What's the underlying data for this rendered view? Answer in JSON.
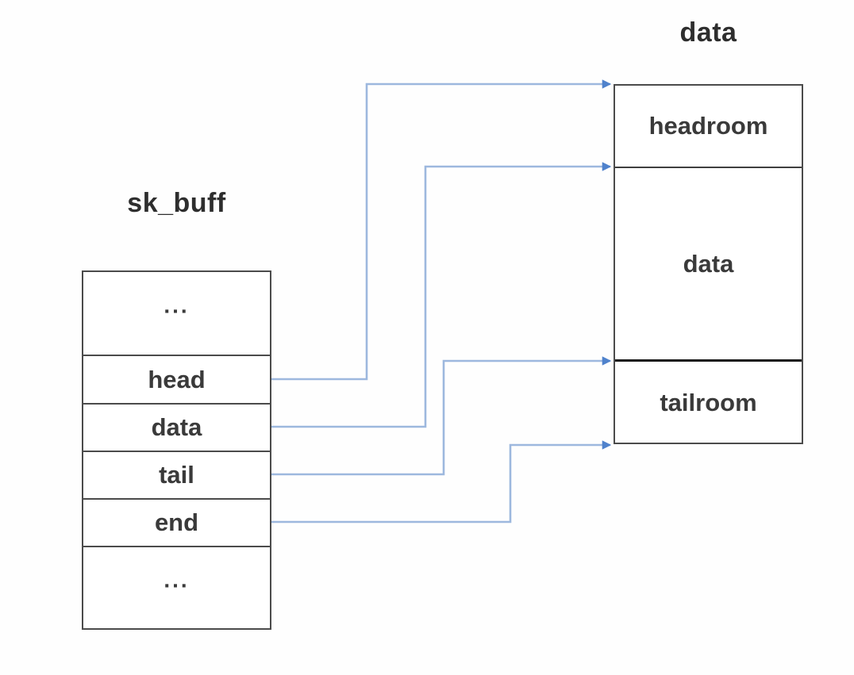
{
  "diagram": {
    "skbuff": {
      "title": "sk_buff",
      "rows": [
        {
          "label": "..."
        },
        {
          "label": "head"
        },
        {
          "label": "data"
        },
        {
          "label": "tail"
        },
        {
          "label": "end"
        },
        {
          "label": "..."
        }
      ]
    },
    "buffer": {
      "title": "data",
      "sections": [
        {
          "label": "headroom"
        },
        {
          "label": "data"
        },
        {
          "label": "tailroom"
        }
      ]
    },
    "connections": [
      {
        "from": "head",
        "to": "top of headroom (buffer start)"
      },
      {
        "from": "data",
        "to": "headroom/data boundary (data start)"
      },
      {
        "from": "tail",
        "to": "data/tailroom boundary (data end)"
      },
      {
        "from": "end",
        "to": "bottom of tailroom (buffer end)"
      }
    ],
    "colors": {
      "arrow_line": "#9db8de",
      "arrow_head": "#4f82cc",
      "box_border": "#4b4b4b",
      "thick_divider": "#161616",
      "text": "#3a3a3a"
    }
  }
}
